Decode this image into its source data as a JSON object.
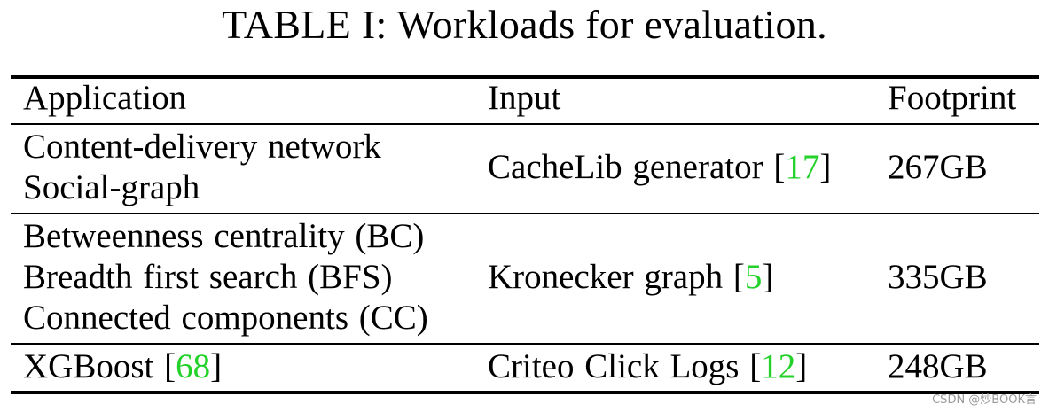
{
  "caption": "TABLE I: Workloads for evaluation.",
  "headers": {
    "application": "Application",
    "input": "Input",
    "footprint": "Footprint"
  },
  "groups": [
    {
      "applications": [
        "Content-delivery network",
        "Social-graph"
      ],
      "input_text": "CacheLib generator",
      "input_ref": "17",
      "footprint": "267GB"
    },
    {
      "applications": [
        "Betweenness centrality (BC)",
        "Breadth first search (BFS)",
        "Connected components (CC)"
      ],
      "input_text": "Kronecker graph",
      "input_ref": "5",
      "footprint": "335GB"
    },
    {
      "applications": [
        "XGBoost"
      ],
      "application_ref": "68",
      "input_text": "Criteo Click Logs",
      "input_ref": "12",
      "footprint": "248GB"
    }
  ],
  "colors": {
    "reference_link": "#22d12a",
    "rule": "#000000",
    "watermark": "#9a9a9a"
  },
  "watermark": "CSDN @炒BOOK言"
}
